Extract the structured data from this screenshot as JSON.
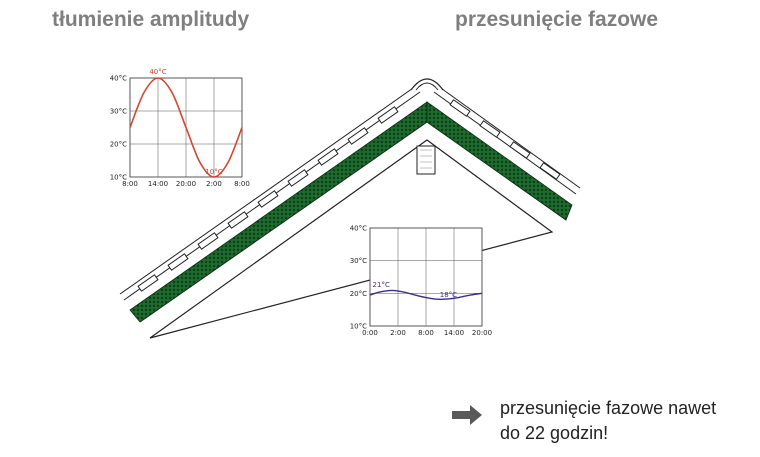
{
  "headings": {
    "left": "tłumienie amplitudy",
    "right": "przesunięcie fazowe"
  },
  "colors": {
    "heading": "#7f7f7f",
    "insulation": "#1e6b2e",
    "outdoor_curve": "#d6452d",
    "indoor_curve": "#3a2f8c",
    "arrow": "#595959"
  },
  "note": {
    "line1": "przesunięcie fazowe nawet",
    "line2": "do 22 godzin!",
    "icon": "right-arrow-icon"
  },
  "chart_data": [
    {
      "type": "line",
      "title": "",
      "xlabel": "",
      "ylabel": "",
      "x_ticks": [
        "8:00",
        "14:00",
        "20:00",
        "2:00",
        "8:00"
      ],
      "y_ticks": [
        "40°C",
        "30°C",
        "20°C",
        "10°C"
      ],
      "ylim": [
        10,
        40
      ],
      "grid": true,
      "series": [
        {
          "x": [
            0,
            3,
            6,
            9,
            12,
            15,
            18,
            21,
            24
          ],
          "values": [
            25,
            35.6,
            40,
            35.6,
            25,
            14.4,
            10,
            14.4,
            25
          ]
        }
      ],
      "annotations": [
        {
          "text": "40°C",
          "x": 6,
          "y": 40
        },
        {
          "text": "10°C",
          "x": 18,
          "y": 10
        }
      ]
    },
    {
      "type": "line",
      "title": "",
      "xlabel": "",
      "ylabel": "",
      "x_ticks": [
        "0:00",
        "2:00",
        "8:00",
        "14:00",
        "20:00"
      ],
      "y_ticks": [
        "40°C",
        "30°C",
        "20°C",
        "10°C"
      ],
      "ylim": [
        10,
        40
      ],
      "grid": true,
      "series": [
        {
          "x": [
            0,
            2,
            4,
            6,
            8,
            10,
            12,
            14,
            16,
            18,
            20
          ],
          "values": [
            19.5,
            20.5,
            20.9,
            20.4,
            19.5,
            18.7,
            18.2,
            18.3,
            18.8,
            19.5,
            20.0
          ]
        }
      ],
      "annotations": [
        {
          "text": "21°C",
          "x": 2,
          "y": 21
        },
        {
          "text": "18°C",
          "x": 14,
          "y": 18
        }
      ]
    }
  ]
}
